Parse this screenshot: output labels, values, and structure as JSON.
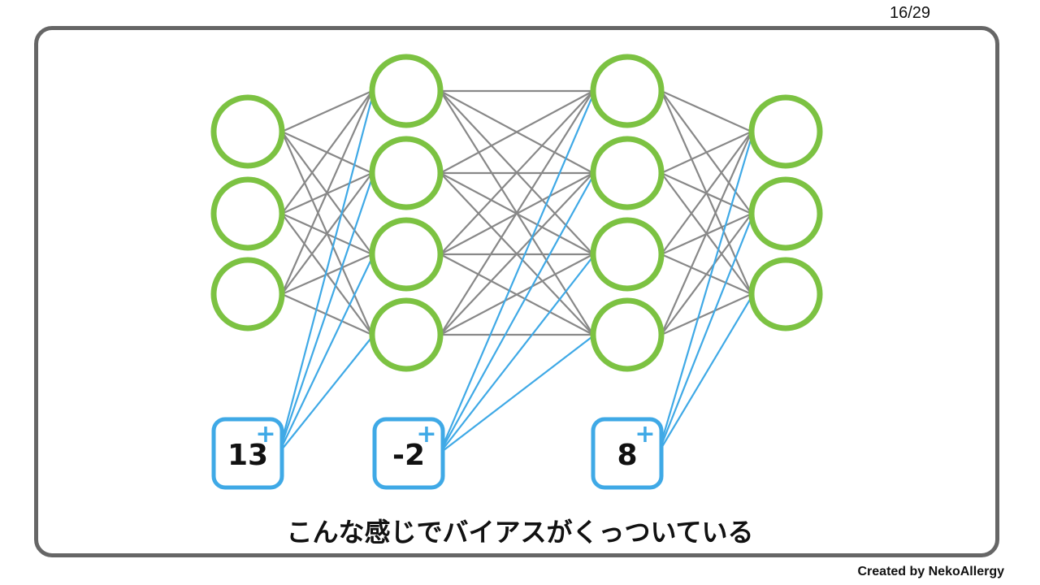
{
  "slide": {
    "page_number": "16/29",
    "caption": "こんな感じでバイアスがくっついている",
    "credit": "Created by NekoAllergy"
  },
  "network": {
    "layer_sizes": [
      3,
      4,
      4,
      3
    ],
    "biases": [
      {
        "label": "13",
        "feeds_layer": 1
      },
      {
        "label": "-2",
        "feeds_layer": 2
      },
      {
        "label": "8",
        "feeds_layer": 3
      }
    ],
    "bias_symbol": "+"
  },
  "colors": {
    "node": "#7cc242",
    "weight": "#888888",
    "bias": "#3fa9e6",
    "frame": "#666666",
    "text": "#111111"
  }
}
